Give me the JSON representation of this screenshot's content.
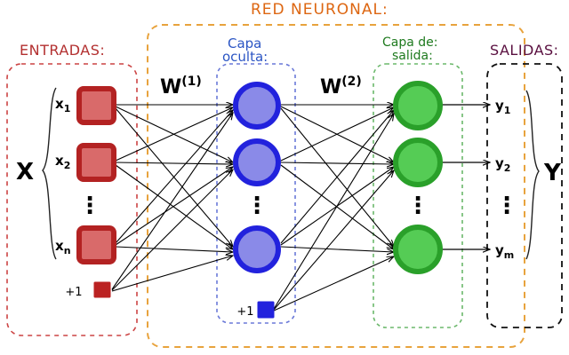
{
  "diagram": {
    "title": "RED NEURONAL:",
    "title_color": "#DD6611",
    "groups": {
      "inputs": {
        "label": "ENTRADAS:",
        "color": "#B33030",
        "box_color": "#CC4444"
      },
      "network": {
        "label": "RED NEURONAL:",
        "color": "#DD6611",
        "box_color": "#E8A33D"
      },
      "hidden": {
        "label_line1": "Capa",
        "label_line2": "oculta:",
        "color": "#2B55C4",
        "box_color": "#6A79D8"
      },
      "output_layer": {
        "label_line1": "Capa de:",
        "label_line2": "salida:",
        "color": "#1E7A1E",
        "box_color": "#6BB86B"
      },
      "outputs": {
        "label": "SALIDAS:",
        "color": "#5A1040",
        "box_color": "#000000"
      }
    },
    "weights": [
      {
        "base": "W",
        "sup": "(1)"
      },
      {
        "base": "W",
        "sup": "(2)"
      }
    ],
    "input_layer": {
      "bundle_label": "X",
      "nodes": [
        {
          "base": "x",
          "sub": "1"
        },
        {
          "base": "x",
          "sub": "2"
        },
        {
          "base": "x",
          "sub": "n"
        }
      ],
      "ellipsis": "⋮",
      "bias": {
        "label": "+1",
        "color": "#BB2222"
      },
      "node_fill": "#D96A6A",
      "node_stroke": "#B32222"
    },
    "hidden_layer": {
      "count": 3,
      "ellipsis": "⋮",
      "bias": {
        "label": "+1",
        "color": "#2222DD"
      },
      "node_fill": "#8A8AE8",
      "node_stroke": "#2222DD"
    },
    "output_layer_nodes": {
      "count": 3,
      "ellipsis": "⋮",
      "node_fill": "#55CC55",
      "node_stroke": "#2AA02A"
    },
    "output_values": {
      "bundle_label": "Y",
      "ellipsis": "⋮",
      "nodes": [
        {
          "base": "y",
          "sub": "1"
        },
        {
          "base": "y",
          "sub": "2"
        },
        {
          "base": "y",
          "sub": "m"
        }
      ]
    },
    "edge_color": "#000000"
  }
}
